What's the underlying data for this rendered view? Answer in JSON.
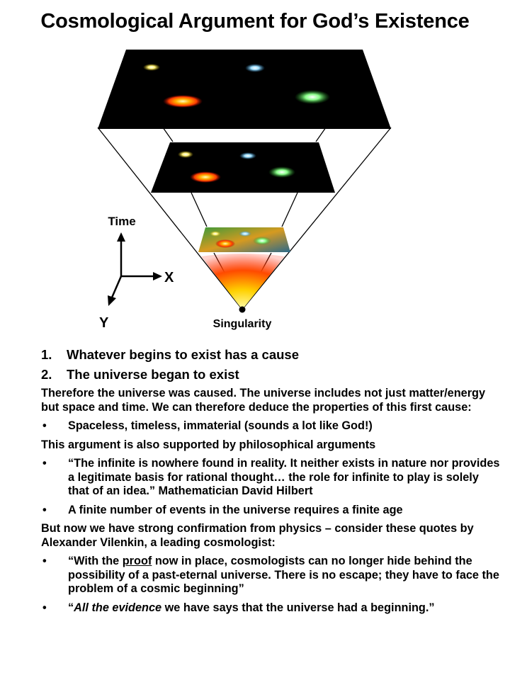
{
  "title": "Cosmological Argument for God’s Existence",
  "diagram": {
    "axis_time": "Time",
    "axis_x": "X",
    "axis_y": "Y",
    "singularity": "Singularity"
  },
  "premises": [
    {
      "num": "1.",
      "text": "Whatever begins to exist has a cause"
    },
    {
      "num": "2.",
      "text": "The universe began to exist"
    }
  ],
  "para1": "Therefore the universe was caused. The universe includes not just matter/energy but space and time. We can therefore deduce the properties of this first cause:",
  "bullet1": "Spaceless, timeless, immaterial (sounds a lot like God!)",
  "para2": "This argument is also supported by philosophical arguments",
  "bullet2": "“The infinite is nowhere found in reality. It neither exists in nature nor provides a legitimate basis for rational thought… the role for infinite to play is solely that of an idea.” Mathematician David Hilbert",
  "bullet3": "A finite number of events in the universe requires a finite age",
  "para3": "But now we have strong confirmation from physics – consider these quotes by Alexander Vilenkin, a leading cosmologist:",
  "bullet4": {
    "pre": "“With the ",
    "underlined": "proof",
    "post": " now in place, cosmologists can no longer hide behind the possibility of a past-eternal universe. There is no escape; they have to face the problem of a cosmic beginning”"
  },
  "bullet5": {
    "pre": "“",
    "italic": "All the evidence",
    "post": " we have says that the universe had a beginning.”"
  },
  "bullet_char": "•"
}
